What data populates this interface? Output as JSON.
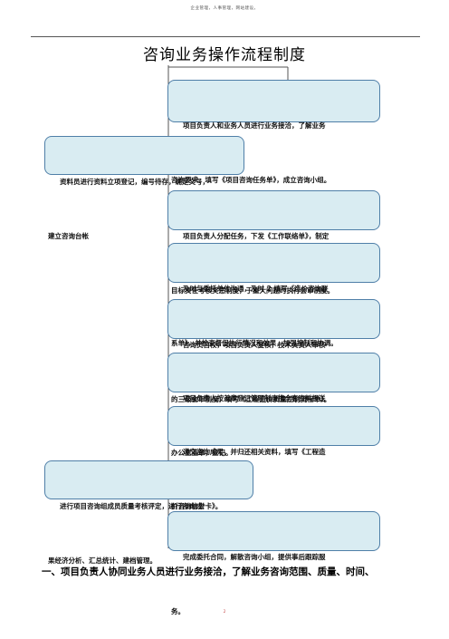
{
  "header": {
    "note": "企业管理，人事管理，网站建设。"
  },
  "title": "咨询业务操作流程制度",
  "flow": {
    "boxes": [
      {
        "id": "b1",
        "line1": "项目负责人和业务人员进行业务接洽，了解业务",
        "line2": "咨询要求，填写《项目咨询任务单》，成立咨询小组。"
      },
      {
        "id": "b2",
        "line1": "项目负责人分配任务，下发《工作联络单》，制定",
        "line2": "目标责任考核奖惩制度，于重大问题时执行会审制度。"
      },
      {
        "id": "b3",
        "line1": "及时与委托单位沟通，及时 2 填写《造价咨询联",
        "line2": "系单》，并检查督促执行情况和效果，加强控制和协调。"
      },
      {
        "id": "b4",
        "line1": "咨询员自校，项目负责人复核，技术负责人审核",
        "line2": "的三级会审制度，填写《工程造价质量控制流程单》。"
      },
      {
        "id": "b5",
        "line1": "项目负责人按盖章登记管理制度携全套资料报送",
        "line2": "办公室盖章，登记。"
      },
      {
        "id": "b6",
        "line1": "递交咨询成果，并归还相关资料，填写《工程造",
        "line2": "价咨询信誉卡》。"
      },
      {
        "id": "b7",
        "line1": "完成委托合同，解散咨询小组，提供事后跟踪服",
        "line2": "务。"
      }
    ],
    "side_boxes": [
      {
        "id": "s1",
        "line1": "资料员进行资料立项登记，编号待存，确定文号，",
        "line2": "建立咨询台帐"
      },
      {
        "id": "s2",
        "line1": "进行项目咨询组成员质量考核评定，进行咨询成",
        "line2": "果经济分析、汇总统计、建档管理。"
      }
    ]
  },
  "section_heading": "一、项目负责人协同业务人员进行业务接洽，了解业务咨询范围、质量、时间、",
  "page_number": "2"
}
